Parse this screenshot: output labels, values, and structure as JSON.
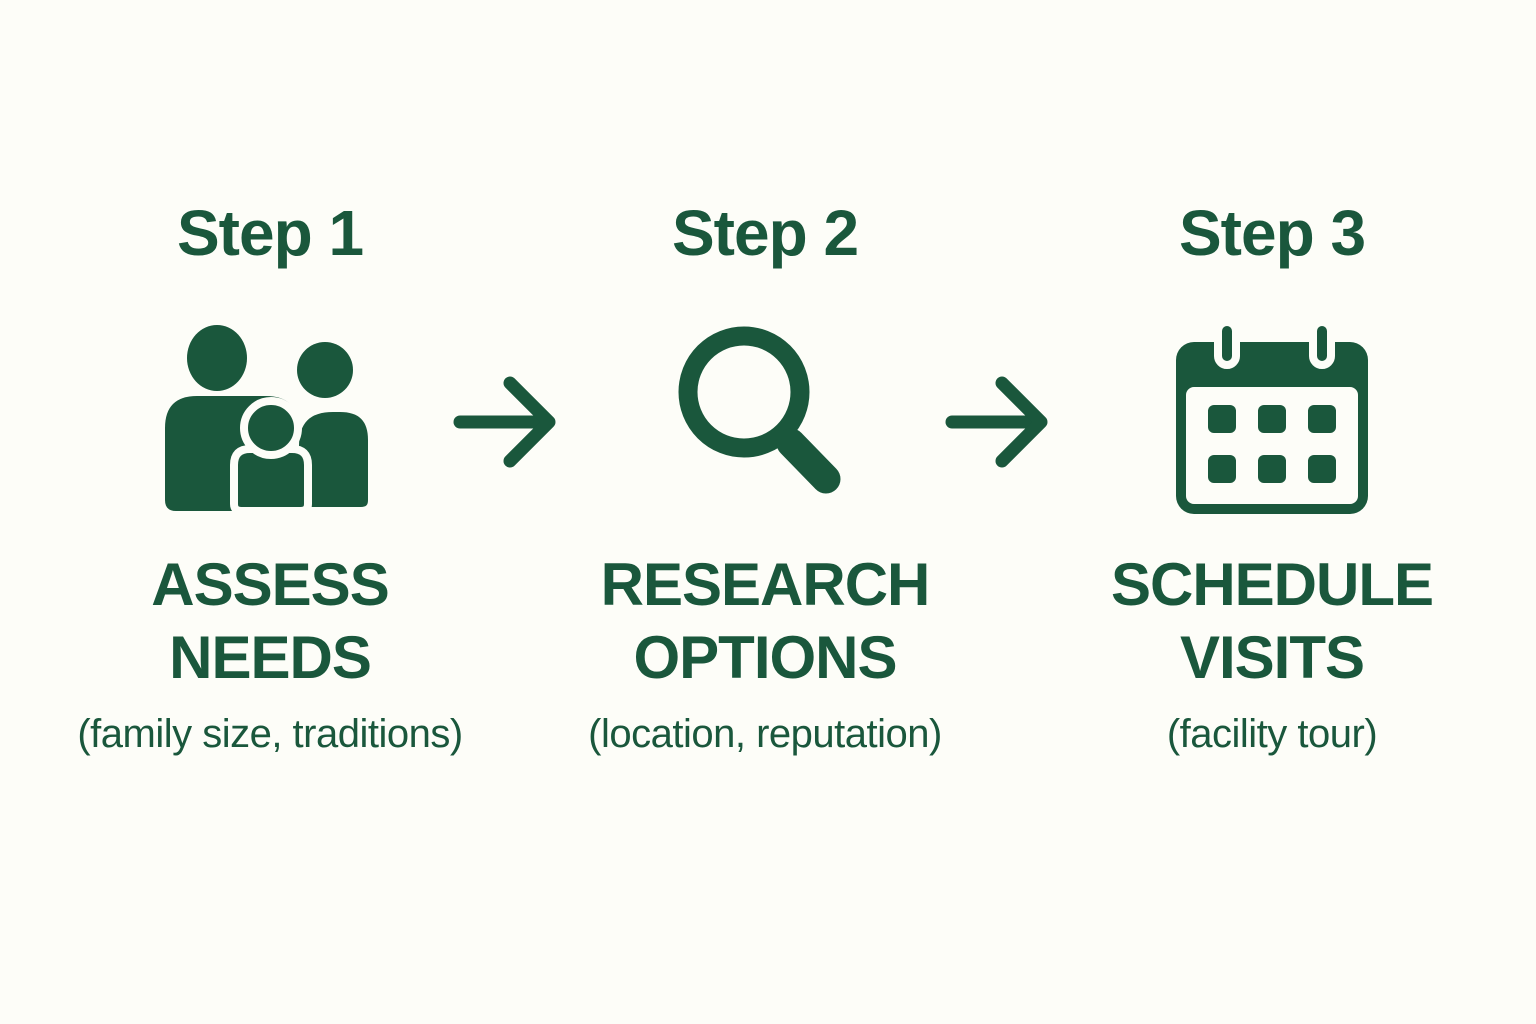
{
  "colors": {
    "accent": "#1a573c",
    "background": "#fdfdf8"
  },
  "steps": [
    {
      "heading": "Step 1",
      "icon": "family-icon",
      "title_lines": [
        "ASSESS",
        "NEEDS"
      ],
      "caption": "(family size, traditions)"
    },
    {
      "heading": "Step 2",
      "icon": "magnifier-icon",
      "title_lines": [
        "RESEARCH",
        "OPTIONS"
      ],
      "caption": "(location, reputation)"
    },
    {
      "heading": "Step 3",
      "icon": "calendar-icon",
      "title_lines": [
        "SCHEDULE",
        "VISITS"
      ],
      "caption": "(facility tour)"
    }
  ],
  "arrows": {
    "count": 2,
    "icon": "arrow-right-icon"
  }
}
